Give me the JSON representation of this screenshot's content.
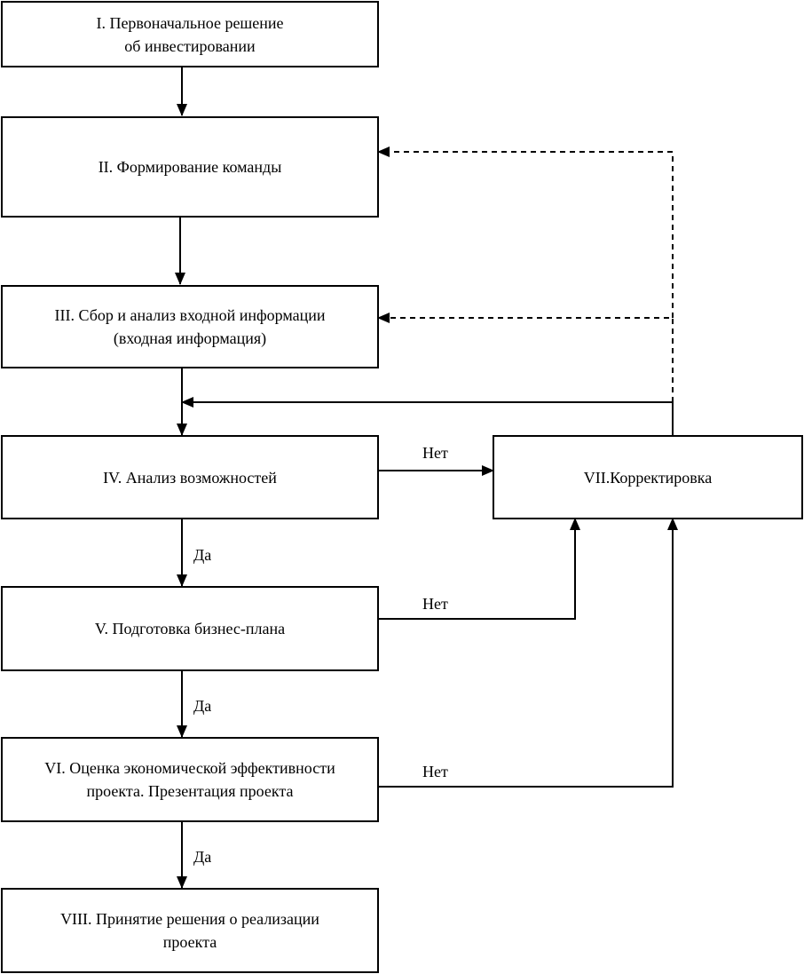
{
  "diagram": {
    "nodes": {
      "step1": "I. Первоначальное решение\nоб инвестировании",
      "step2": "II. Формирование команды",
      "step3": "III. Сбор и анализ входной информации\n(входная информация)",
      "step4": "IV. Анализ возможностей",
      "step5": "V. Подготовка бизнес-плана",
      "step6": "VI. Оценка экономической эффективности\nпроекта. Презентация проекта",
      "step7": "VII.Корректировка",
      "step8": "VIII. Принятие решения о реализации\nпроекта"
    },
    "edge_labels": {
      "yes_4_5": "Да",
      "yes_5_6": "Да",
      "yes_6_8": "Да",
      "no_4_7": "Нет",
      "no_5_7": "Нет",
      "no_6_7": "Нет"
    },
    "edges": [
      {
        "from": "step1",
        "to": "step2",
        "style": "solid"
      },
      {
        "from": "step2",
        "to": "step3",
        "style": "solid"
      },
      {
        "from": "step3",
        "to": "step4",
        "style": "solid"
      },
      {
        "from": "step4",
        "to": "step5",
        "style": "solid",
        "label": "Да"
      },
      {
        "from": "step5",
        "to": "step6",
        "style": "solid",
        "label": "Да"
      },
      {
        "from": "step6",
        "to": "step8",
        "style": "solid",
        "label": "Да"
      },
      {
        "from": "step4",
        "to": "step7",
        "style": "solid",
        "label": "Нет"
      },
      {
        "from": "step5",
        "to": "step7",
        "style": "solid",
        "label": "Нет"
      },
      {
        "from": "step6",
        "to": "step7",
        "style": "solid",
        "label": "Нет"
      },
      {
        "from": "step7",
        "to": "step4",
        "style": "solid"
      },
      {
        "from": "step7",
        "to": "step3",
        "style": "dashed"
      },
      {
        "from": "step7",
        "to": "step2",
        "style": "dashed"
      }
    ]
  }
}
